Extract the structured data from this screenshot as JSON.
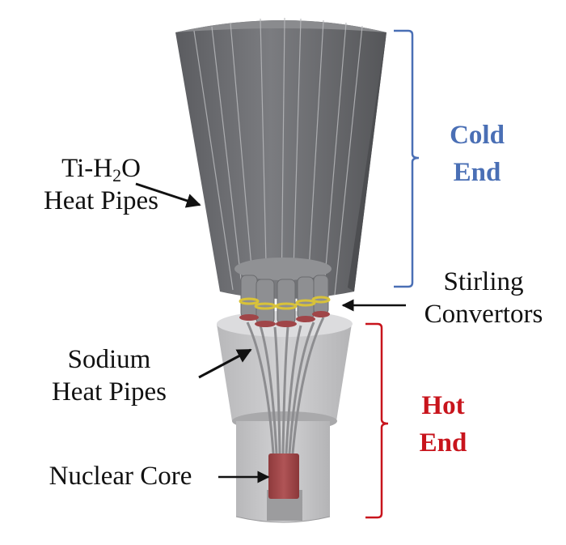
{
  "labels": {
    "ti_h2o": {
      "line1_prefix": "Ti-H",
      "line1_sub": "2",
      "line1_suffix": "O",
      "line2": "Heat Pipes"
    },
    "stirling": {
      "line1": "Stirling",
      "line2": "Convertors"
    },
    "sodium": {
      "line1": "Sodium",
      "line2": "Heat Pipes"
    },
    "core": {
      "line1": "Nuclear Core"
    }
  },
  "brackets": {
    "cold": {
      "line1": "Cold",
      "line2": "End",
      "color": "#4a6fb5"
    },
    "hot": {
      "line1": "Hot",
      "line2": "End",
      "color": "#c8141c"
    }
  },
  "colors": {
    "radiator": "#6a6b6e",
    "radiator_light": "#808184",
    "housing": "#c4c4c6",
    "core": "#a8484a",
    "convertor_ring": "#d8c23a",
    "convertor_flange": "#a04548"
  }
}
